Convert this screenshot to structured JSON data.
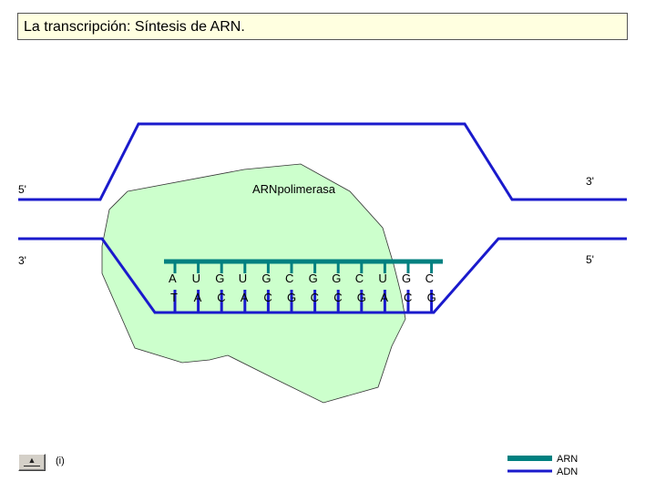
{
  "title": "La transcripción: Síntesis de ARN.",
  "enzyme_label": "ARNpolimerasa",
  "strand_labels": {
    "top_left": "5'",
    "top_right": "3'",
    "bottom_left": "3'",
    "bottom_right": "5'"
  },
  "rna_bases": [
    "A",
    "U",
    "G",
    "U",
    "G",
    "C",
    "G",
    "G",
    "C",
    "U",
    "G",
    "C"
  ],
  "dna_bases": [
    "T",
    "A",
    "C",
    "A",
    "C",
    "G",
    "C",
    "C",
    "G",
    "A",
    "C",
    "G"
  ],
  "legend": {
    "rna_label": "ARN",
    "dna_label": "ADN",
    "rna_color": "#008080",
    "dna_color": "#0000cc"
  },
  "controls": {
    "back_button_icon": "up-arrow-icon",
    "info_link": "(i)"
  },
  "colors": {
    "enzyme_fill": "#ccffcc",
    "title_bg": "#ffffe0"
  }
}
